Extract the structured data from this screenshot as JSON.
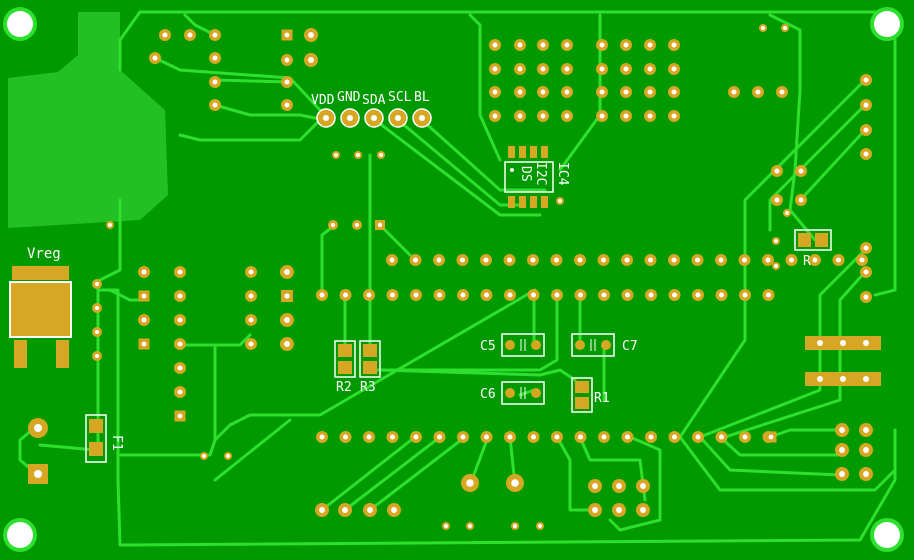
{
  "board": {
    "colors": {
      "substrate": "#009a00",
      "copper_pour": "#22c022",
      "trace": "#2de02d",
      "pad": "#d6a722",
      "drill": "#ffffff",
      "silk": "#ffffff"
    },
    "labels": {
      "vreg": "Vreg",
      "f1": "F1",
      "vdd": "VDD",
      "gnd": "GND",
      "sda": "SDA",
      "scl": "SCL",
      "bl": "BL",
      "ic4": "IC4",
      "i2c": "I2C",
      "ds": "DS",
      "c5": "C5",
      "c6": "C6",
      "c7": "C7",
      "r1": "R1",
      "r2": "R2",
      "r3": "R3",
      "r4": "R4"
    },
    "icons": [
      "mounting-hole-icon",
      "via-icon",
      "pad-icon",
      "trace-icon"
    ]
  }
}
